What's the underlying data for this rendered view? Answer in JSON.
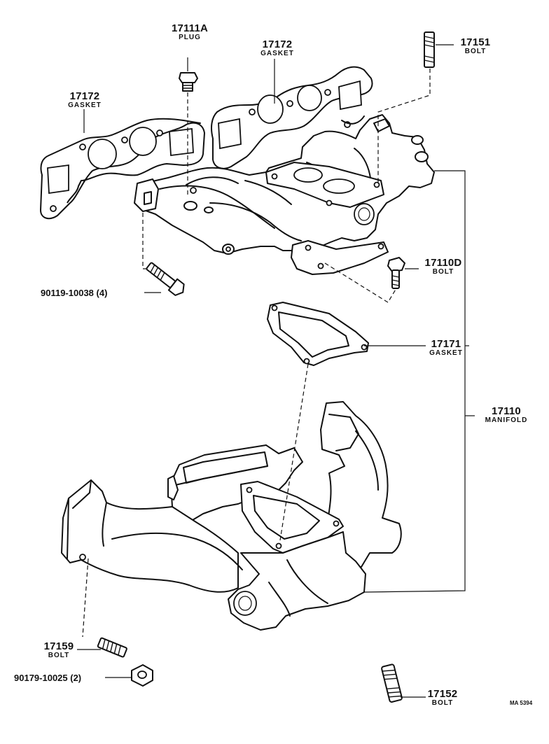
{
  "parts": {
    "plug_17111a": {
      "number": "17111A",
      "name": "PLUG"
    },
    "gasket_17172_upper": {
      "number": "17172",
      "name": "GASKET"
    },
    "gasket_17172_left": {
      "number": "17172",
      "name": "GASKET"
    },
    "bolt_17151": {
      "number": "17151",
      "name": "BOLT"
    },
    "bolt_17110d": {
      "number": "17110D",
      "name": "BOLT"
    },
    "gasket_17171": {
      "number": "17171",
      "name": "GASKET"
    },
    "manifold_17110": {
      "number": "17110",
      "name": "MANIFOLD"
    },
    "bolt_17159": {
      "number": "17159",
      "name": "BOLT"
    },
    "bolt_17152": {
      "number": "17152",
      "name": "BOLT"
    },
    "bolt_90119": {
      "label": "90119-10038 (4)"
    },
    "nut_90179": {
      "label": "90179-10025 (2)"
    }
  },
  "drawing_code": "MA 5394"
}
